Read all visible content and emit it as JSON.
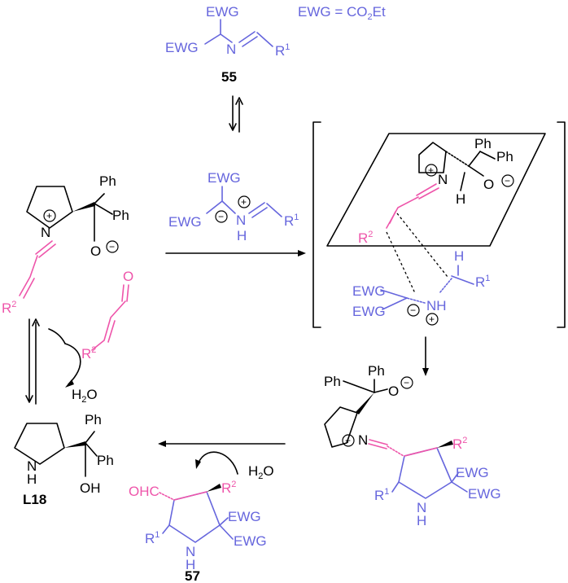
{
  "colors": {
    "ink": "#000000",
    "blue": "#6666dd",
    "pink": "#ee55aa"
  },
  "definition": {
    "lhs": "EWG",
    "eq": " = CO",
    "sub": "2",
    "rhs": "Et"
  },
  "labels": {
    "c55": "55",
    "cL18": "L18",
    "c57": "57"
  },
  "atoms": {
    "ewg": "EWG",
    "n": "N",
    "nh": "NH",
    "h": "H",
    "r": "R",
    "r1sup": "1",
    "r2sup": "2",
    "ph": "Ph",
    "o": "O",
    "oh": "OH",
    "ohc": "OHC",
    "h2o": "H",
    "h2o_sub": "2",
    "h2o_o": "O",
    "plus": "+",
    "minus": "−"
  }
}
